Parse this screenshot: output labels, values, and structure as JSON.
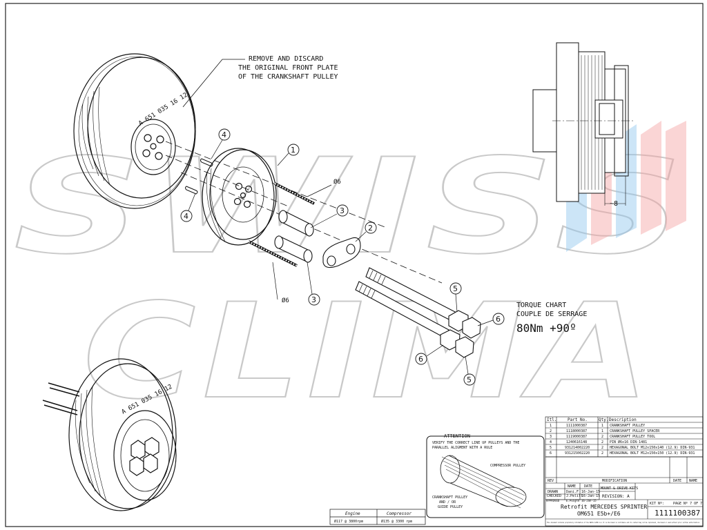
{
  "watermark": {
    "line1": "SWISS",
    "line2": "CLIMA"
  },
  "note_remove": {
    "line1": "REMOVE AND DISCARD",
    "line2": "THE ORIGINAL FRONT PLATE",
    "line3": "OF THE CRANKSHAFT PULLEY"
  },
  "pulley_marking": "A 651 035 16 12",
  "callouts": {
    "c1": "1",
    "c2": "2",
    "c3a": "3",
    "c3b": "3",
    "c4a": "4",
    "c4b": "4",
    "c5a": "5",
    "c5b": "5",
    "c6a": "6",
    "c6b": "6",
    "dia_top": "Ø6",
    "dia_bottom": "Ø6"
  },
  "side_view": {
    "offset_label": "~8"
  },
  "torque": {
    "title": "TORQUE CHART",
    "subtitle": "COUPLE DE SERRAGE",
    "value": "80Nm +90º"
  },
  "attention": {
    "heading": "ATTENTION",
    "line1": "VERIFY THE CORRECT LINE UP PULLEYS AND THE",
    "line2": "PARALLEL ALIGMENT WITH A RULE",
    "compressor": "COMPRESSOR PULLEY",
    "crank1": "CRANKSHAFT PULLEY",
    "crank2": "AND / OR",
    "crank3": "GUIDE PULLEY"
  },
  "speed_table": {
    "headers": [
      "Engine",
      "Compressor"
    ],
    "values": [
      "Ø117 @ 3800rpm",
      "Ø135 @ 3300 rpm"
    ]
  },
  "bom": {
    "headers": [
      "Itl.",
      "Part No.",
      "Qty.",
      "Description"
    ],
    "rows": [
      [
        "1",
        "1111000387",
        "1",
        "CRANKSHAFT PULLEY"
      ],
      [
        "2",
        "1118000387",
        "1",
        "CRANKSHAFT PULLEY SPACER"
      ],
      [
        "3",
        "1119000387",
        "2",
        "CRANKSHAFT PULLEY TOOL"
      ],
      [
        "4",
        "1240616148",
        "2",
        "PIN Ø6x16 DIN-1481"
      ],
      [
        "5",
        "931214002220",
        "2",
        "HEXAGONAL BOLT M12x150x140 (12.9) DIN-931"
      ],
      [
        "6",
        "931215002220",
        "2",
        "HEXAGONAL BOLT M12x150x150 (12.9) DIN-931"
      ]
    ]
  },
  "title_block": {
    "rev": "REV",
    "modification": "MODIFICATION",
    "date": "DATE",
    "name": "NAME",
    "col_name": "NAME",
    "col_date": "DATE",
    "drawn_label": "DRAWN",
    "drawn_name": "Dani.F",
    "drawn_date": "16-Jan-15",
    "checked_label": "CHECKED",
    "checked_name": "J.Pelill",
    "checked_date": "16-Jan-15",
    "approved_label": "APPROVED",
    "approved_name": "E.Puigtó",
    "approved_date": "16-Jan-15",
    "kit_type": "MOUNT & DRIVE KITS",
    "revision": "REVISION: A",
    "title1": "Retrofit MERCEDES SPRINTER",
    "title2": "OM651 E5b+/E6",
    "kit_label": "KIT Nº:",
    "page": "PAGE Nº 7 OF 7",
    "kit_no": "1111100387",
    "disclaimer": "This document contains proprietary information of the SWISS CLIMA S.A. It is disclosed in confidence and its content may not be reproduced, disclosed or used without prior written authorization."
  }
}
